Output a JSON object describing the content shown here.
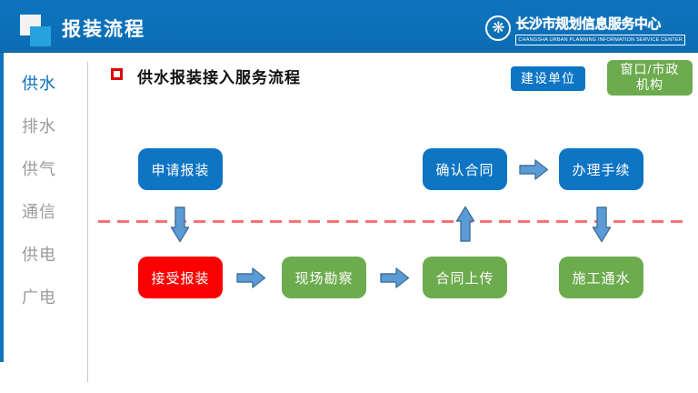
{
  "header": {
    "title": "报装流程",
    "org_name": "长沙市规划信息服务中心",
    "org_name_en": "CHANGSHA URBAN PLANNING INFORMATION SERVICE CENTER",
    "emblem_glyph": "❋"
  },
  "sidebar": {
    "items": [
      {
        "label": "供水",
        "active": true
      },
      {
        "label": "排水",
        "active": false
      },
      {
        "label": "供气",
        "active": false
      },
      {
        "label": "通信",
        "active": false
      },
      {
        "label": "供电",
        "active": false
      },
      {
        "label": "广电",
        "active": false
      }
    ],
    "active_color": "#0c70ba",
    "inactive_color": "#9b9b9b"
  },
  "main": {
    "section_title": "供水报装接入服务流程",
    "legend": {
      "construction_unit": {
        "label": "建设单位",
        "color": "#0e74c4"
      },
      "window_municipal": {
        "line1": "窗口/市政",
        "line2": "机构",
        "color": "#6cab4e"
      }
    },
    "flow": {
      "apply": {
        "label": "申请报装",
        "owner": "建设单位"
      },
      "confirm_contract": {
        "label": "确认合同",
        "owner": "建设单位"
      },
      "handle_procedures": {
        "label": "办理手续",
        "owner": "建设单位"
      },
      "accept": {
        "label": "接受报装",
        "owner": "窗口/市政机构",
        "highlight": "current-step"
      },
      "site_survey": {
        "label": "现场勘察",
        "owner": "窗口/市政机构"
      },
      "contract_upload": {
        "label": "合同上传",
        "owner": "窗口/市政机构"
      },
      "construction_water": {
        "label": "施工通水",
        "owner": "窗口/市政机构"
      }
    }
  },
  "colors": {
    "header_blue": "#0c70b8",
    "logo_light_blue": "#27a2dc",
    "node_blue": "#0e74c4",
    "node_red": "#fb0000",
    "node_green": "#6cab4e",
    "arrow_fill": "#5b9bd5",
    "arrow_border": "#41719c",
    "dashed_line_red": "#f47272",
    "section_bullet_red": "#e00000"
  }
}
